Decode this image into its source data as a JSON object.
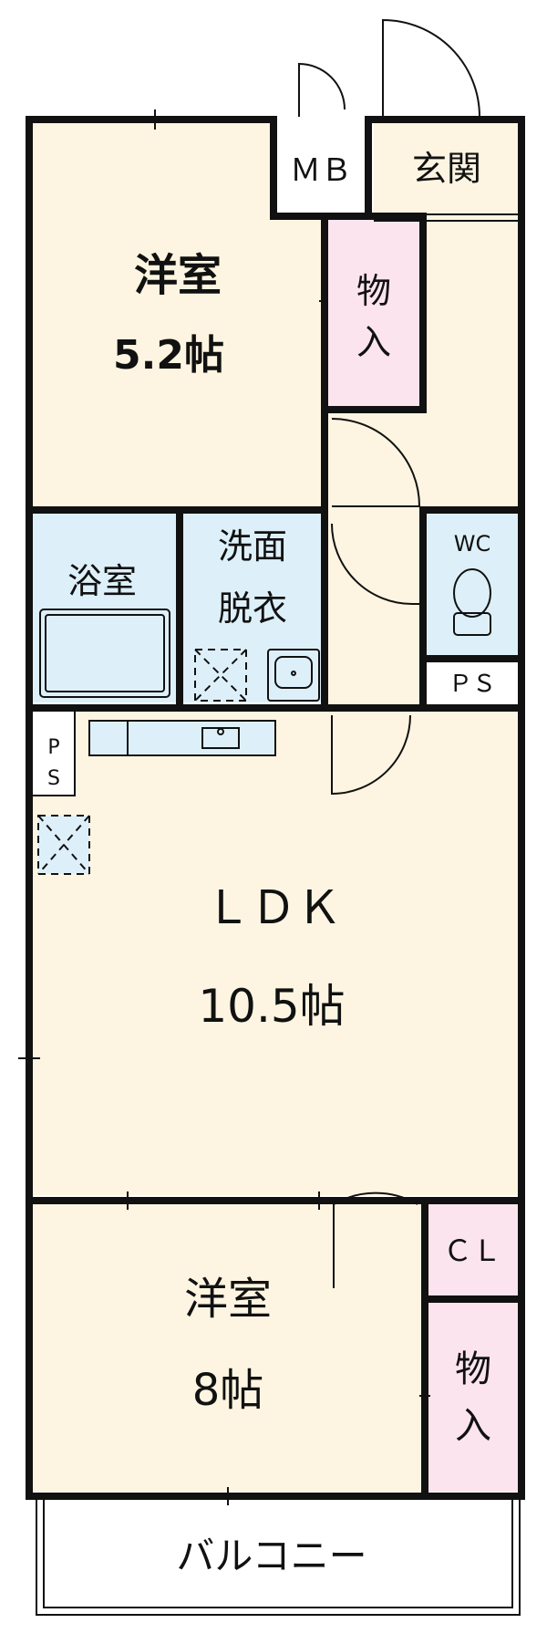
{
  "colors": {
    "wall": "#111111",
    "room_beige": "#fdf5e1",
    "wet_blue": "#ddf0f9",
    "storage_pink": "#fce4ee",
    "hall_beige": "#fdf5e1",
    "balcony": "#ffffff"
  },
  "rooms": {
    "western_room_1": {
      "name": "洋室",
      "size": "5.2帖"
    },
    "mb": "ＭＢ",
    "genkan": "玄関",
    "storage_1": {
      "line1": "物",
      "line2": "入"
    },
    "bath": "浴室",
    "washroom": {
      "line1": "洗面",
      "line2": "脱衣"
    },
    "wc": "WC",
    "ps_right": "ＰＳ",
    "ps_left": {
      "line1": "P",
      "line2": "S"
    },
    "ldk": {
      "name": "ＬＤＫ",
      "size": "10.5帖"
    },
    "western_room_2": {
      "name": "洋室",
      "size": "8帖"
    },
    "cl": "ＣＬ",
    "storage_2": {
      "line1": "物",
      "line2": "入"
    },
    "balcony": "バルコニー"
  }
}
